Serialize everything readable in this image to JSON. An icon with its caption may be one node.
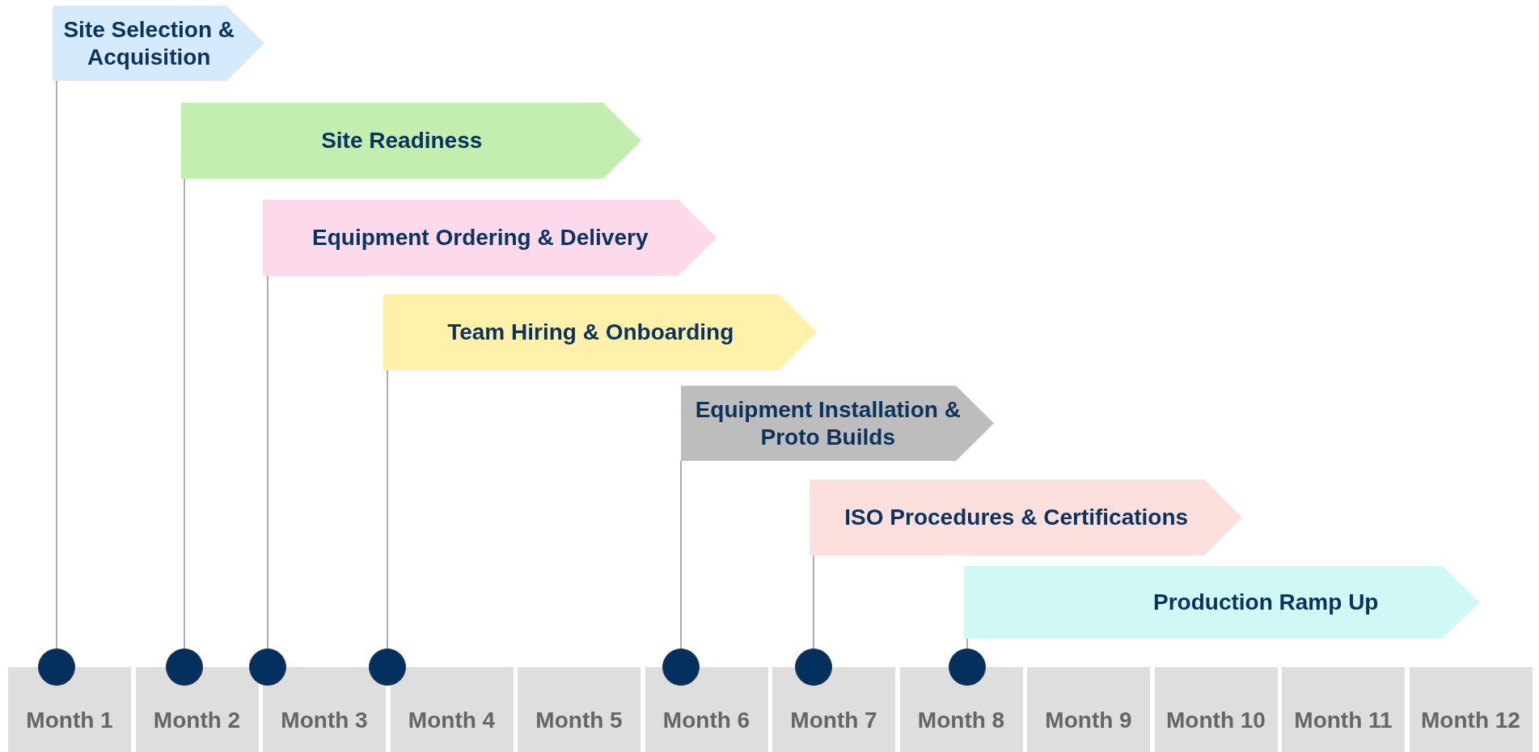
{
  "diagram": {
    "nodes": [
      {
        "text": [
          "Site Selection & Acquisition"
        ]
      },
      {
        "text": [
          "Site Readiness"
        ]
      },
      {
        "text": [
          "Equipment Ordering & Delivery"
        ]
      },
      {
        "text": [
          "Team Hiring & Onboarding"
        ]
      },
      {
        "text": [
          "Equipment Installation & Proto Builds"
        ]
      },
      {
        "text": [
          "ISO Procedures & Certifications"
        ]
      },
      {
        "text": [
          "Production Ramp Up"
        ]
      },
      {
        "text": [],
        "shape": "circle"
      },
      {
        "text": [],
        "shape": "circle"
      },
      {
        "text": [],
        "shape": "circle"
      },
      {
        "text": [],
        "shape": "circle"
      },
      {
        "text": [],
        "shape": "circle"
      },
      {
        "text": [],
        "shape": "circle"
      },
      {
        "text": [],
        "shape": "circle"
      },
      {
        "text": [
          "Month 1"
        ]
      },
      {
        "text": [
          "Month 2"
        ]
      },
      {
        "text": [
          "Month 3"
        ]
      },
      {
        "text": [
          "Month 4"
        ]
      },
      {
        "text": [
          "Month 5"
        ]
      },
      {
        "text": [
          "Month 6"
        ]
      },
      {
        "text": [
          "Month 7"
        ]
      },
      {
        "text": [
          "Month 8"
        ]
      },
      {
        "text": [
          "Month 9"
        ]
      },
      {
        "text": [
          "Month 10"
        ]
      },
      {
        "text": [
          "Month 11"
        ]
      },
      {
        "text": [
          "Month 12"
        ]
      }
    ],
    "edges": [
      {
        "from": 0,
        "to": 7,
        "arrow": "none"
      },
      {
        "from": 1,
        "to": 8,
        "arrow": "none"
      },
      {
        "from": 2,
        "to": 9,
        "arrow": "none"
      },
      {
        "from": 3,
        "to": 10,
        "arrow": "none"
      },
      {
        "from": 4,
        "to": 11,
        "arrow": "none"
      },
      {
        "from": 5,
        "to": 12,
        "arrow": "none"
      },
      {
        "from": 6,
        "to": 13,
        "arrow": "none"
      }
    ]
  }
}
